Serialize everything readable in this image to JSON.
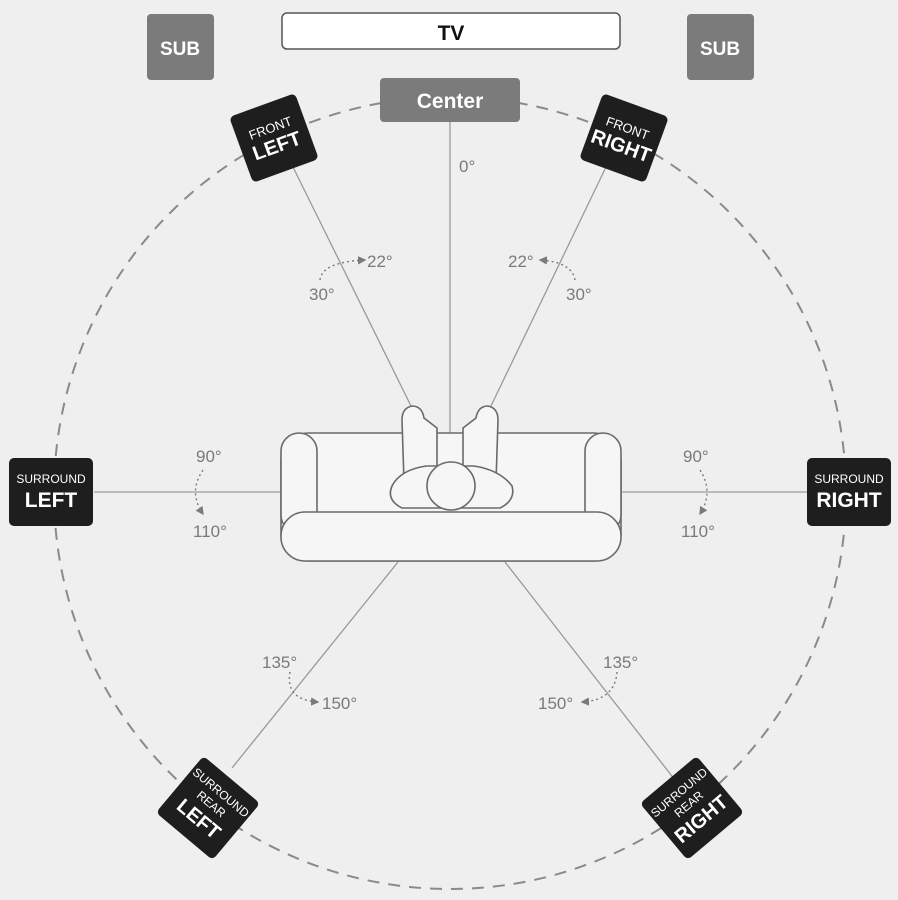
{
  "tv": {
    "label": "TV"
  },
  "subwoofers": {
    "left": "SUB",
    "right": "SUB"
  },
  "center": {
    "label": "Center",
    "angle": "0°"
  },
  "speakers": {
    "front_left": {
      "line1": "FRONT",
      "line2": "LEFT"
    },
    "front_right": {
      "line1": "FRONT",
      "line2": "RIGHT"
    },
    "surround_left": {
      "line1": "SURROUND",
      "line2": "LEFT"
    },
    "surround_right": {
      "line1": "SURROUND",
      "line2": "RIGHT"
    },
    "rear_left": {
      "line1": "SURROUND",
      "line2": "REAR",
      "line3": "LEFT"
    },
    "rear_right": {
      "line1": "SURROUND",
      "line2": "REAR",
      "line3": "RIGHT"
    }
  },
  "angles": {
    "front_a": "22°",
    "front_b": "30°",
    "side_a": "90°",
    "side_b": "110°",
    "rear_a": "135°",
    "rear_b": "150°"
  },
  "colors": {
    "background": "#efefef",
    "speaker": "#1e1e1e",
    "sub_center": "#7b7b7b",
    "line": "#9a9a9a",
    "angle_text": "#7a7a7a"
  }
}
